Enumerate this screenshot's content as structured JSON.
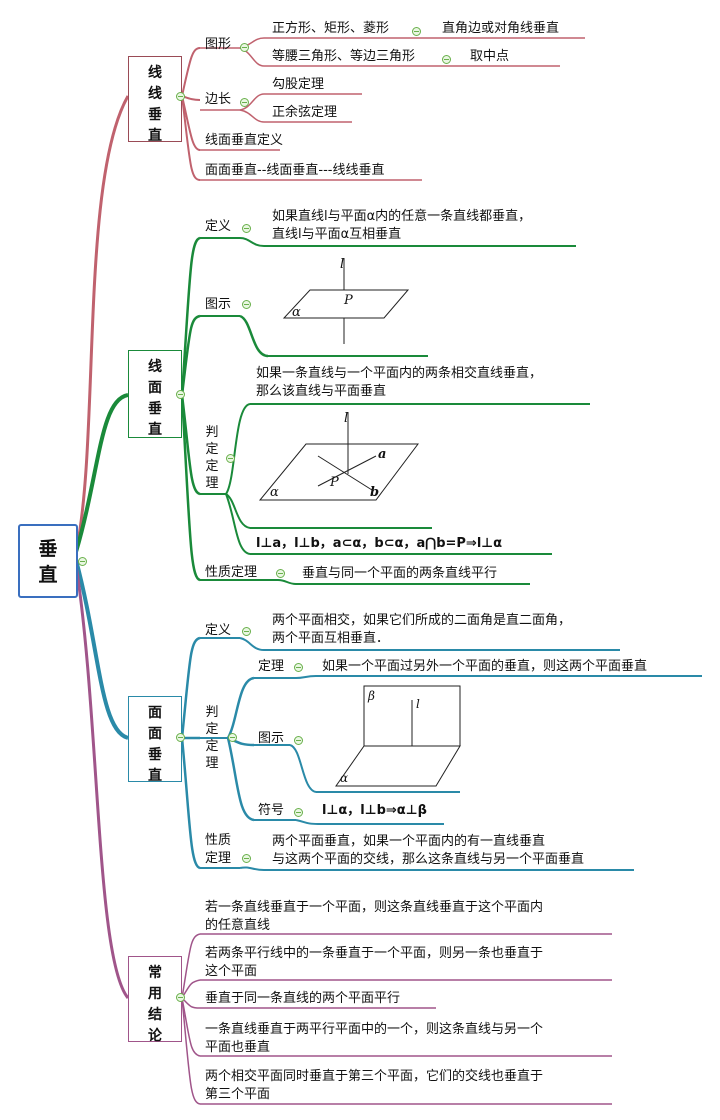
{
  "root": "垂直",
  "branches": [
    {
      "label": "线线垂直",
      "children": {
        "shape": "图形",
        "shape_items": [
          {
            "label": "正方形、矩形、菱形",
            "leaf": "直角边或对角线垂直"
          },
          {
            "label": "等腰三角形、等边三角形",
            "leaf": "取中点"
          }
        ],
        "side": "边长",
        "side_items": [
          "勾股定理",
          "正余弦定理"
        ],
        "line_plane_def": "线面垂直定义",
        "plane_plane": "面面垂直--线面垂直---线线垂直"
      }
    },
    {
      "label": "线面垂直",
      "children": {
        "def_label": "定义",
        "def_text_1": "如果直线l与平面α内的任意一条直线都垂直，",
        "def_text_2": "直线l与平面α互相垂直",
        "fig_label": "图示",
        "judge_label": "判定定理",
        "judge_text_1": "如果一条直线与一个平面内的两条相交直线垂直，",
        "judge_text_2": "那么该直线与平面垂直",
        "judge_symbol": "l⊥a，l⊥b，a⊂α，b⊂α，a⋂b=P⇒l⊥α",
        "prop_label": "性质定理",
        "prop_text": "垂直与同一个平面的两条直线平行",
        "fig1": {
          "l": "l",
          "P": "P",
          "alpha": "α"
        },
        "fig2": {
          "l": "l",
          "a": "a",
          "b": "b",
          "P": "P",
          "alpha": "α"
        }
      }
    },
    {
      "label": "面面垂直",
      "children": {
        "def_label": "定义",
        "def_text_1": "两个平面相交，如果它们所成的二面角是直二面角，",
        "def_text_2": "两个平面互相垂直．",
        "judge_label": "判定定理",
        "theorem_label": "定理",
        "theorem_text": "如果一个平面过另外一个平面的垂直，则这两个平面垂直",
        "fig_label": "图示",
        "symbol_label": "符号",
        "symbol_text": "l⊥α，l⊥b⇒α⊥β",
        "prop_label": "性质定理",
        "prop_text_1": "两个平面垂直，如果一个平面内的有一直线垂直",
        "prop_text_2": "与这两个平面的交线，那么这条直线与另一个平面垂直",
        "fig3": {
          "beta": "β",
          "l": "l",
          "alpha": "α"
        }
      }
    },
    {
      "label": "常用结论",
      "items": [
        [
          "若一条直线垂直于一个平面，则这条直线垂直于这个平面内",
          "的任意直线"
        ],
        [
          "若两条平行线中的一条垂直于一个平面，则另一条也垂直于",
          "这个平面"
        ],
        [
          "垂直于同一条直线的两个平面平行"
        ],
        [
          "一条直线垂直于两平行平面中的一个，则这条直线与另一个",
          "平面也垂直"
        ],
        [
          "两个相交平面同时垂直于第三个平面，它们的交线也垂直于",
          "第三个平面"
        ]
      ]
    }
  ],
  "colors": {
    "b1": "#c0626e",
    "b2": "#1a8a3a",
    "b3": "#2a8aa8",
    "b4": "#a0558a",
    "root_border": "#3a6fbf"
  }
}
